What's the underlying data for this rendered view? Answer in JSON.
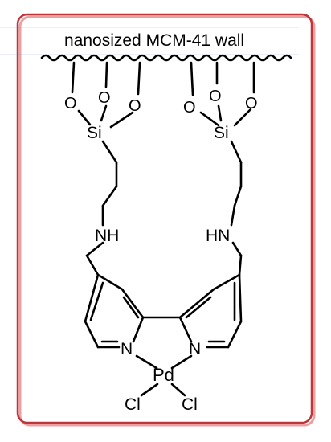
{
  "caption": "nanosized MCM-41 wall",
  "atoms": {
    "oxygen": "O",
    "silicon": "Si",
    "amine_left": "NH",
    "amine_right": "HN",
    "nitrogen": "N",
    "palladium": "Pd",
    "chlorine": "Cl"
  },
  "colors": {
    "frame": "#c0353a",
    "frame_shadow": "#e8a0a2",
    "header_lines": "#5b8fd3",
    "bond": "#000000"
  }
}
